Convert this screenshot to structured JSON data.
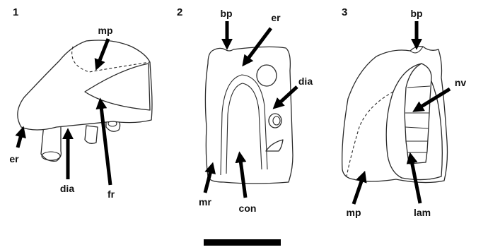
{
  "figures": [
    {
      "number": "1",
      "labels": {
        "mp": "mp",
        "er": "er",
        "dia": "dia",
        "fr": "fr"
      }
    },
    {
      "number": "2",
      "labels": {
        "bp": "bp",
        "er": "er",
        "dia": "dia",
        "mr": "mr",
        "con": "con"
      }
    },
    {
      "number": "3",
      "labels": {
        "bp": "bp",
        "nv": "nv",
        "mp": "mp",
        "lam": "lam"
      }
    }
  ],
  "scale_bar": {
    "color": "#000000"
  }
}
